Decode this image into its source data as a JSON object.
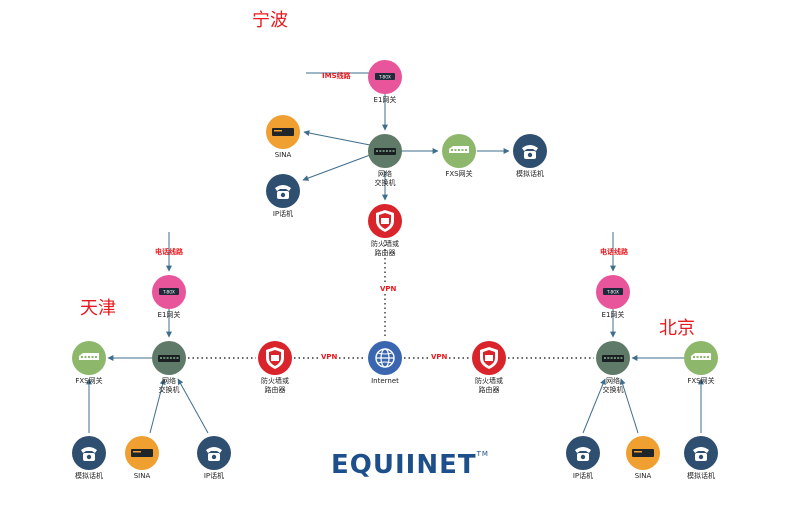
{
  "cities": {
    "ningbo": "宁波",
    "tianjin": "天津",
    "beijing": "北京"
  },
  "lines": {
    "ims": "IMS线路",
    "phone_line_tj": "电话线路",
    "phone_line_bj": "电话线路"
  },
  "vpn": {
    "top": "VPN",
    "left": "VPN",
    "right": "VPN"
  },
  "tbox": "T-BOX",
  "logo": {
    "text": "EQUIINET",
    "tm": "TM"
  },
  "nodes": {
    "nb_e1": "E1网关",
    "nb_switch": "网络\n交换机",
    "nb_sina": "SINA",
    "nb_ip_phone": "IP话机",
    "nb_fxs": "FXS网关",
    "nb_analog": "模拟话机",
    "nb_firewall": "防火墙或\n路由器",
    "internet": "Internet",
    "tj_e1": "E1网关",
    "tj_switch": "网络\n交换机",
    "tj_fxs": "FXS网关",
    "tj_firewall": "防火墙或\n路由器",
    "tj_analog": "模拟话机",
    "tj_sina": "SINA",
    "tj_ip_phone": "IP话机",
    "bj_e1": "E1网关",
    "bj_switch": "网络\n交换机",
    "bj_fxs": "FXS网关",
    "bj_firewall": "防火墙或\n路由器",
    "bj_ip_phone": "IP话机",
    "bj_sina": "SINA",
    "bj_analog": "模拟话机"
  },
  "colors": {
    "tbox": "#e8559a",
    "switch": "#5f7a68",
    "sina": "#f0a030",
    "phone": "#2f4f70",
    "fxs": "#8db86b",
    "firewall": "#d8242a",
    "internet": "#3a66b0",
    "accent_red": "#e8191e"
  }
}
